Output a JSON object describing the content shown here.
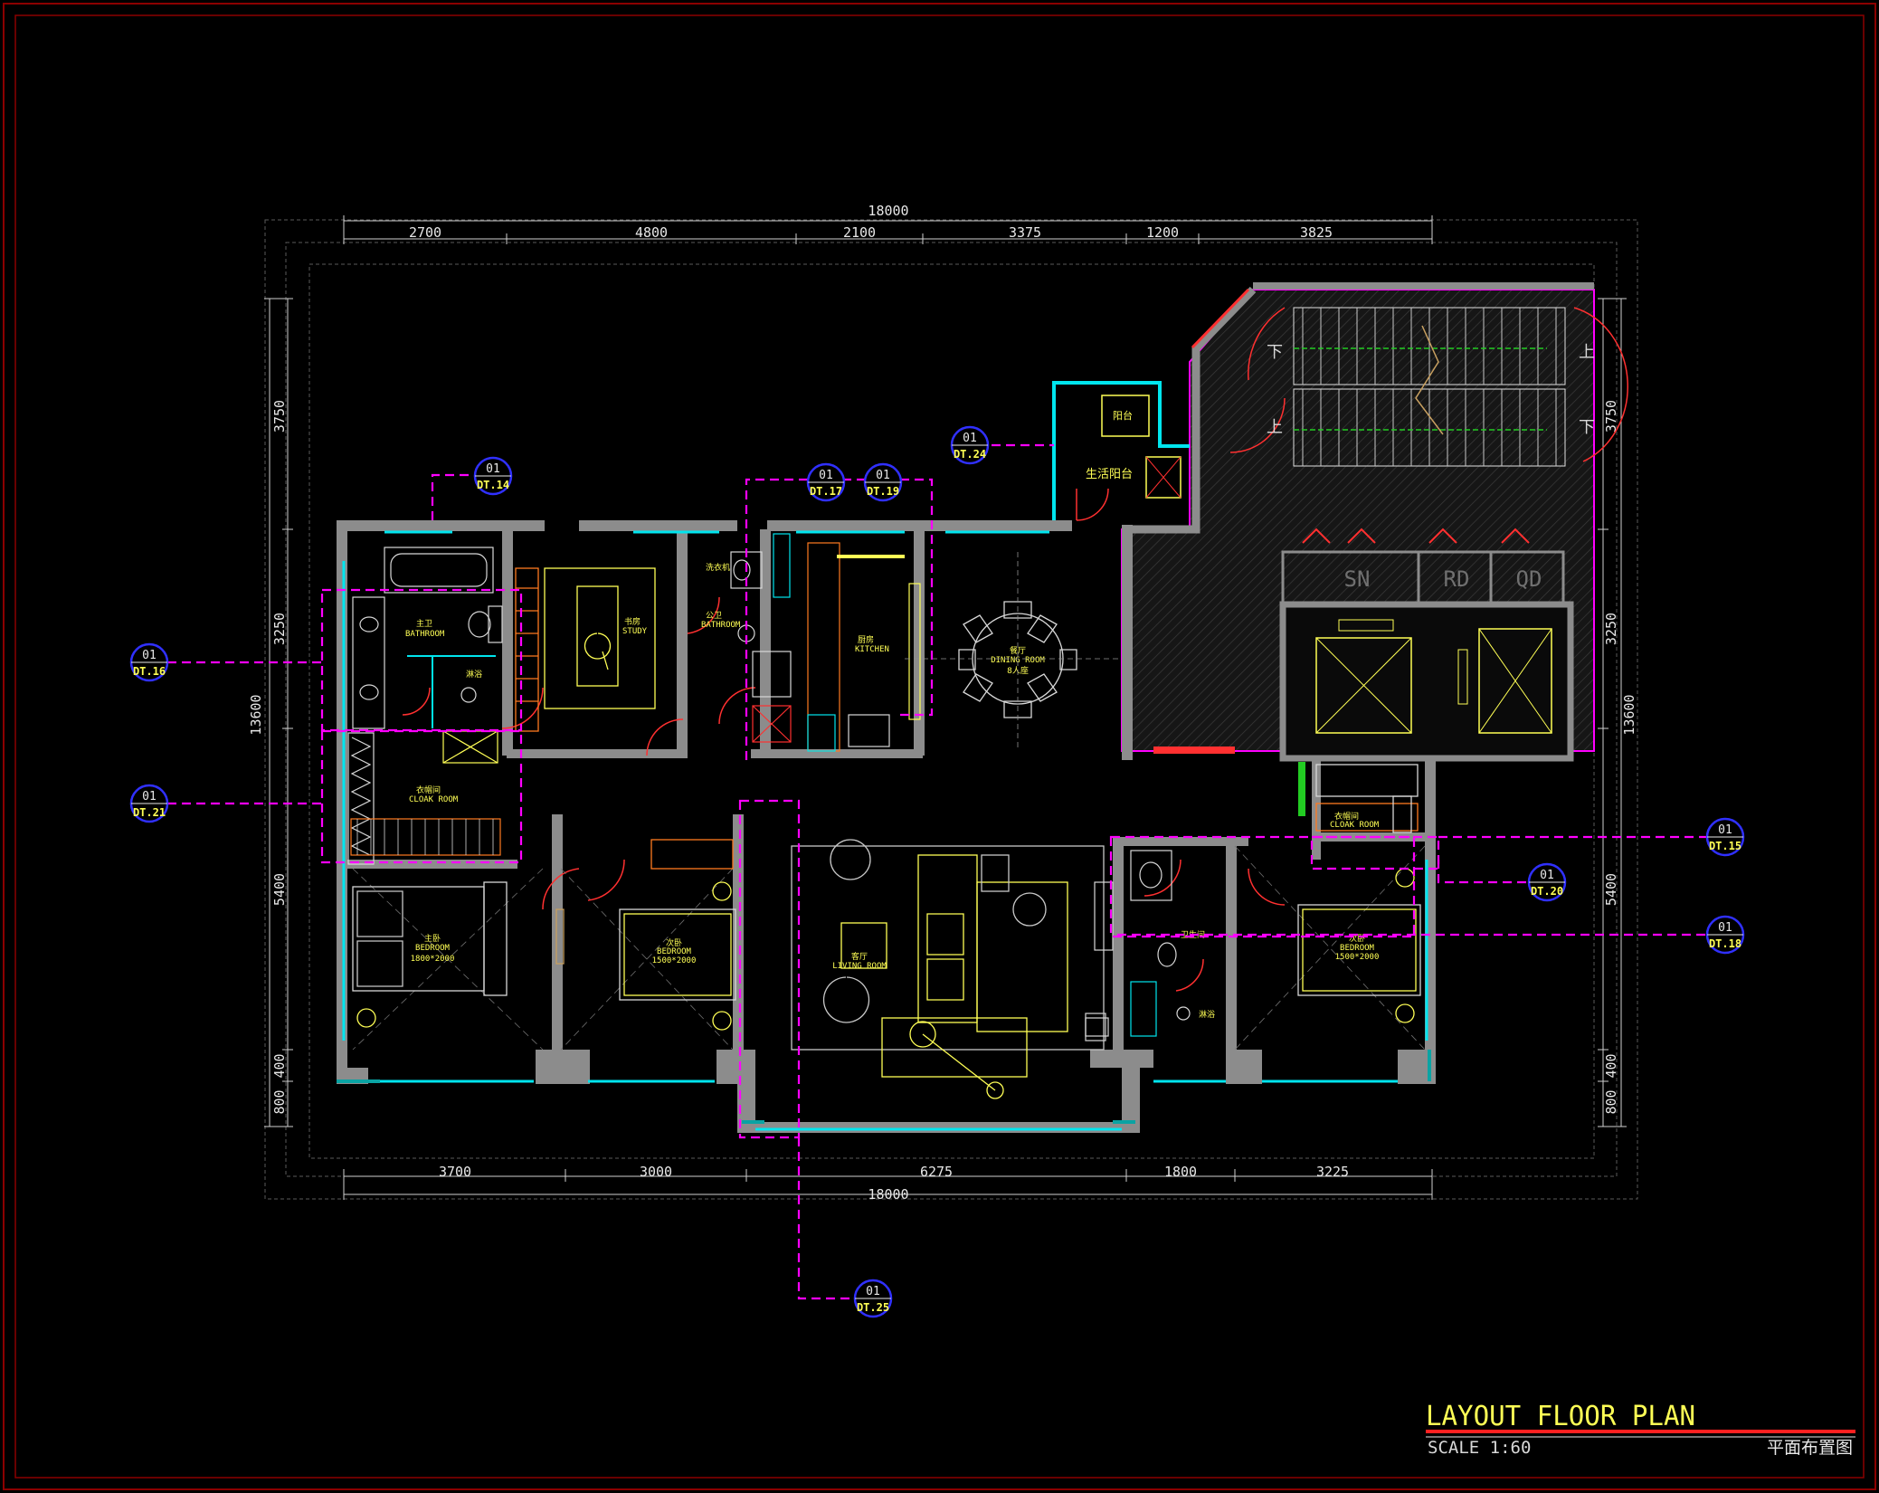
{
  "drawing": {
    "title": "LAYOUT FLOOR PLAN",
    "scale": "SCALE 1:60",
    "title_cn": "平面布置图"
  },
  "dimensions": {
    "top_total": "18000",
    "top_segments": [
      "2700",
      "4800",
      "2100",
      "3375",
      "1200",
      "3825"
    ],
    "bottom_total": "18000",
    "bottom_segments": [
      "3700",
      "3000",
      "6275",
      "1800",
      "3225"
    ],
    "left_total": "13600",
    "left_segments": [
      "3750",
      "3250",
      "5400",
      "400",
      "800"
    ],
    "right_total": "13600",
    "right_segments": [
      "3750",
      "3250",
      "5400",
      "400",
      "800"
    ]
  },
  "callouts": [
    {
      "top": "01",
      "bottom": "DT.14"
    },
    {
      "top": "01",
      "bottom": "DT.17"
    },
    {
      "top": "01",
      "bottom": "DT.19"
    },
    {
      "top": "01",
      "bottom": "DT.24"
    },
    {
      "top": "01",
      "bottom": "DT.16"
    },
    {
      "top": "01",
      "bottom": "DT.21"
    },
    {
      "top": "01",
      "bottom": "DT.15"
    },
    {
      "top": "01",
      "bottom": "DT.20"
    },
    {
      "top": "01",
      "bottom": "DT.18"
    },
    {
      "top": "01",
      "bottom": "DT.25"
    }
  ],
  "rooms": {
    "elevator_sn": "SN",
    "elevator_rd": "RD",
    "elevator_qd": "QD",
    "stair_down_left": "下",
    "stair_up_left": "上",
    "stair_up_right": "上",
    "stair_down_right": "下",
    "service_balcony": "生活阳台",
    "dining": "餐厅",
    "dining_en": "DINING ROOM",
    "dining_note": "8人座",
    "kitchen": "厨房",
    "kitchen_en": "KITCHEN",
    "study": "书房",
    "study_en": "STUDY",
    "guest_bath": "公卫",
    "guest_bath_en": "BATHROOM",
    "master_bath": "主卫",
    "master_bath_en": "BATHROOM",
    "master_closet": "衣帽间",
    "master_closet_en": "CLOAK ROOM",
    "master_bed": "主卧",
    "master_bed_en": "BEDROOM",
    "master_bed_size": "1800*2000",
    "bed2": "次卧",
    "bed2_en": "BEDROOM",
    "bed2_size": "1500*2000",
    "living": "客厅",
    "living_en": "LIVING ROOM",
    "bed3": "次卧",
    "bed3_en": "BEDROOM",
    "bed3_size": "1500*2000",
    "closet3": "衣帽间",
    "closet3_en": "CLOAK ROOM",
    "bath3": "卫生间",
    "shower3": "淋浴",
    "shower_master": "淋浴",
    "laundry": "洗衣机"
  },
  "colors": {
    "background": "#000000",
    "frame": "#8b0000",
    "wall": "#8c8c8c",
    "window": "#00e5ee",
    "dimension": "#e8e8e8",
    "furniture": "#ffff55",
    "callout": "#ff00ff",
    "door": "#ff3030",
    "callout_circle": "#0000cc"
  }
}
